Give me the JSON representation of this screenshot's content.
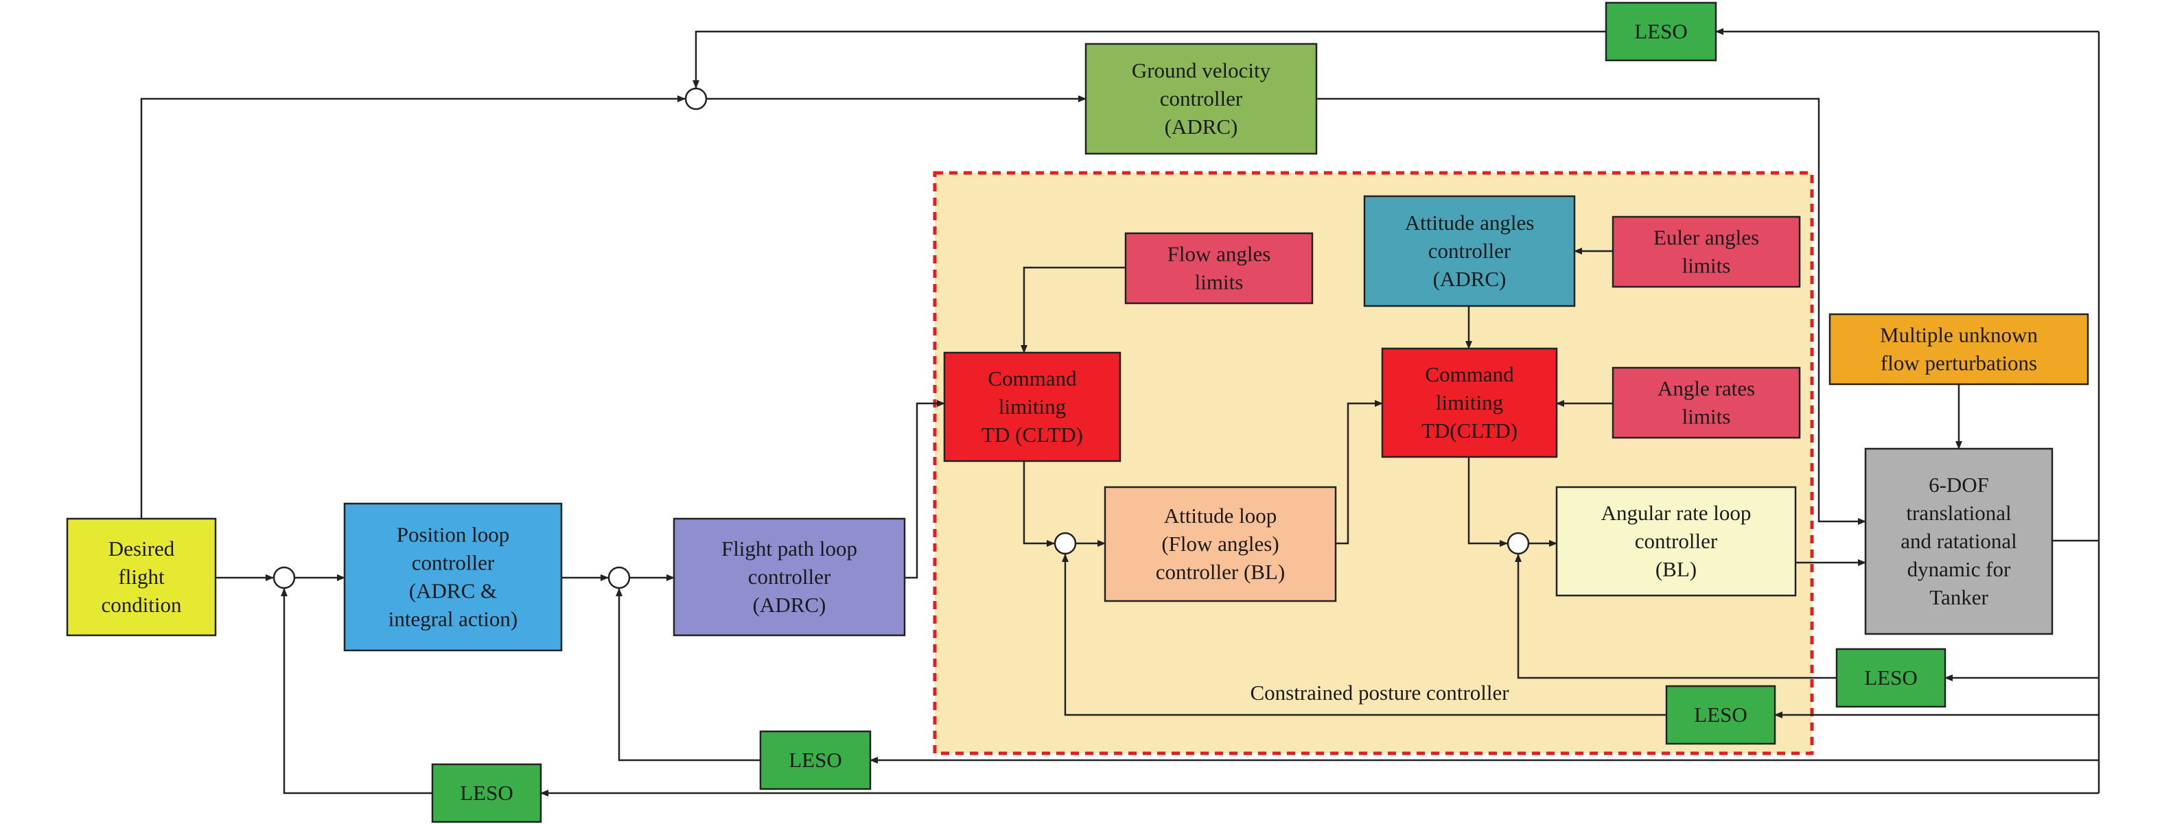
{
  "region": {
    "label": "Constrained posture controller",
    "fill": "#f9e8b4",
    "border": "#e02020"
  },
  "blocks": {
    "desired": {
      "lines": [
        "Desired",
        "flight",
        "condition"
      ],
      "color": "#e5e932"
    },
    "position_loop": {
      "lines": [
        "Position loop",
        "controller",
        "(ADRC &",
        "integral action)"
      ],
      "color": "#46a9e1"
    },
    "flight_path": {
      "lines": [
        "Flight path loop",
        "controller",
        "(ADRC)"
      ],
      "color": "#8f8ecf"
    },
    "ground_velocity": {
      "lines": [
        "Ground velocity",
        "controller",
        "(ADRC)"
      ],
      "color": "#8cb85a"
    },
    "flow_limits": {
      "lines": [
        "Flow angles",
        "limits"
      ],
      "color": "#e34b64"
    },
    "cltd_1": {
      "lines": [
        "Command",
        "limiting",
        "TD (CLTD)"
      ],
      "color": "#ee1f26"
    },
    "attitude_loop": {
      "lines": [
        "Attitude loop",
        "(Flow angles)",
        "controller (BL)"
      ],
      "color": "#f9c197"
    },
    "attitude_angles": {
      "lines": [
        "Attitude angles",
        "controller",
        "(ADRC)"
      ],
      "color": "#4ba3b8"
    },
    "euler_limits": {
      "lines": [
        "Euler angles",
        "limits"
      ],
      "color": "#e34b64"
    },
    "cltd_2": {
      "lines": [
        "Command",
        "limiting",
        "TD(CLTD)"
      ],
      "color": "#ee1f26"
    },
    "rate_limits": {
      "lines": [
        "Angle rates",
        "limits"
      ],
      "color": "#e34b64"
    },
    "angular_rate": {
      "lines": [
        "Angular rate loop",
        "controller",
        "(BL)"
      ],
      "color": "#f7f7c9"
    },
    "perturbations": {
      "lines": [
        "Multiple unknown",
        "flow perturbations"
      ],
      "color": "#f0a824"
    },
    "dynamics": {
      "lines": [
        "6-DOF",
        "translational",
        "and ratational",
        "dynamic for",
        "Tanker"
      ],
      "color": "#b0b0b0"
    },
    "leso_top": {
      "lines": [
        "LESO"
      ],
      "color": "#3bae4a"
    },
    "leso_rate": {
      "lines": [
        "LESO"
      ],
      "color": "#3bae4a"
    },
    "leso_attitude": {
      "lines": [
        "LESO"
      ],
      "color": "#3bae4a"
    },
    "leso_flight": {
      "lines": [
        "LESO"
      ],
      "color": "#3bae4a"
    },
    "leso_position": {
      "lines": [
        "LESO"
      ],
      "color": "#3bae4a"
    }
  }
}
